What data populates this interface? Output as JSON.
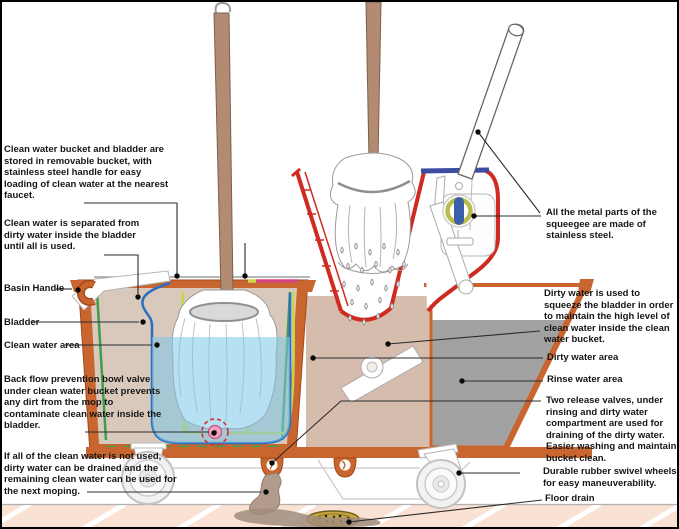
{
  "labels": {
    "left": [
      "Clean water bucket and bladder are stored in removable bucket, with stainless steel handle for easy loading of clean water at the nearest faucet.",
      "Clean water is separated from dirty water inside the bladder until all is used.",
      "Basin Handle",
      "Bladder",
      "Clean water area",
      "Back flow prevention bowl valve under clean water bucket prevents any dirt from the mop to contaminate clean water inside the bladder.",
      "If all of the clean water is not used, dirty water can be drained and the remaining clean water can be used for the next moping."
    ],
    "right": [
      "All the metal parts of the squeegee are made of stainless steel.",
      "Dirty water is used to squeeze the bladder in order to maintain the high level of clean water inside the clean water bucket.",
      "Dirty water area",
      "Rinse water area",
      "Two release valves, under rinsing and dirty water compartment are used for draining of the dirty water. Easier washing and maintain bucket clean.",
      "Durable rubber swivel wheels for easy maneuverability.",
      "Floor drain"
    ]
  },
  "colors": {
    "bucket_orange": "#c9662f",
    "wringer_red": "#cf2b20",
    "steel_bar_blue": "#3b4da0",
    "bladder_blue": "#2a6fc0",
    "clean_water_blue": "#a6d7ef",
    "rinse_water_gray": "#a2a2a2",
    "dirty_water_tan": "#d6bcac",
    "mop_handle_brown": "#b38b72",
    "rim_magenta": "#d6467c",
    "liner_green": "#3f9e4d",
    "bladder_yellow": "#c9d44a",
    "floor_tile": "#f9e1d3",
    "drain_yellow": "#c9a73b",
    "spill_brown": "#b29b8c"
  }
}
